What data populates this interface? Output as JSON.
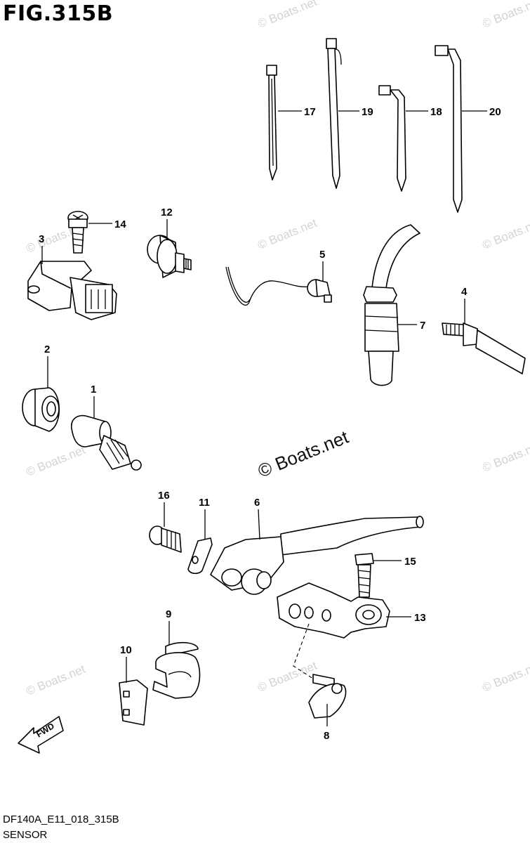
{
  "figure": {
    "title": "FIG.315B",
    "code": "DF140A_E11_018_315B",
    "caption": "SENSOR"
  },
  "watermark": {
    "small": "© Boats.net",
    "large": "© Boats.net"
  },
  "fwd_label": "FWD",
  "parts": [
    {
      "id": "p1",
      "number": "1"
    },
    {
      "id": "p2",
      "number": "2"
    },
    {
      "id": "p3",
      "number": "3"
    },
    {
      "id": "p4",
      "number": "4"
    },
    {
      "id": "p5",
      "number": "5"
    },
    {
      "id": "p6",
      "number": "6"
    },
    {
      "id": "p7",
      "number": "7"
    },
    {
      "id": "p8",
      "number": "8"
    },
    {
      "id": "p9",
      "number": "9"
    },
    {
      "id": "p10",
      "number": "10"
    },
    {
      "id": "p11",
      "number": "11"
    },
    {
      "id": "p12",
      "number": "12"
    },
    {
      "id": "p13",
      "number": "13"
    },
    {
      "id": "p14",
      "number": "14"
    },
    {
      "id": "p15",
      "number": "15"
    },
    {
      "id": "p16",
      "number": "16"
    },
    {
      "id": "p17",
      "number": "17"
    },
    {
      "id": "p18",
      "number": "18"
    },
    {
      "id": "p19",
      "number": "19"
    },
    {
      "id": "p20",
      "number": "20"
    }
  ]
}
